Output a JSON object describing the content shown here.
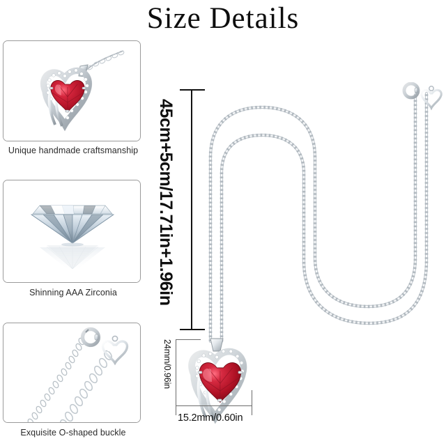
{
  "page": {
    "title": "Size Details",
    "background_color": "#ffffff"
  },
  "colors": {
    "gem_red": "#c4172b",
    "gem_red_dark": "#7e0d1b",
    "gem_red_light": "#e8556a",
    "silver_light": "#fdfdfd",
    "silver_mid": "#cfd4d8",
    "silver_dark": "#8e979e",
    "panel_border": "#9a9a9a",
    "dimension_line": "#111111",
    "dimension_line_thin": "#6b6b6b",
    "text": "#0f0f0f"
  },
  "features": [
    {
      "id": "unique-handmade-craftsmanship",
      "caption": "Unique handmade craftsmanship",
      "art": "heart-pendant-on-chain"
    },
    {
      "id": "shinning-aaa-zirconia",
      "caption": "Shinning AAA Zirconia",
      "art": "brilliant-cut-diamond-with-reflection"
    },
    {
      "id": "exquisite-o-shaped-buckle",
      "caption": "Exquisite O-shaped buckle",
      "art": "chain-clasp-and-heart-charm"
    }
  ],
  "dimensions": {
    "chain_length": "45cm+5cm/17.71in+1.96in",
    "pendant_height": "24mm/0.96in",
    "pendant_width": "15.2mm/0.60in"
  },
  "product": {
    "type": "necklace",
    "pendant": "double-heart-pendant-with-red-heart-gemstone",
    "clasp": "spring-ring-clasp",
    "charm": "heart-charm",
    "chain": "cable-chain"
  }
}
